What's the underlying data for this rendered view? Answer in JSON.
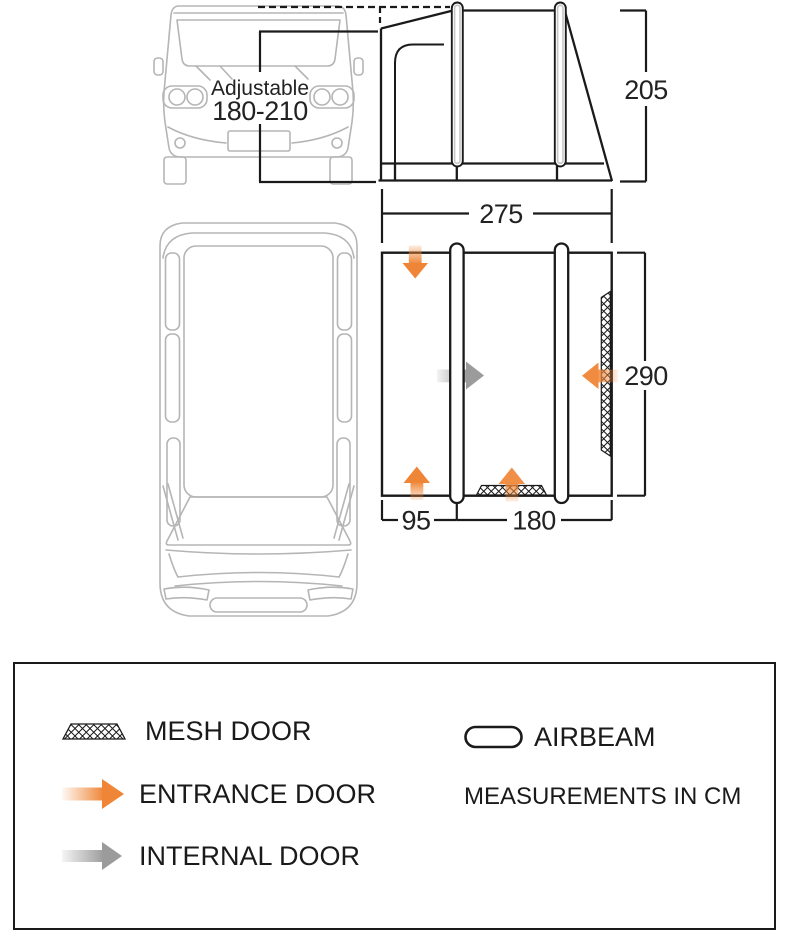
{
  "diagram": {
    "van_front": {
      "adjustable_label": "Adjustable",
      "adjustable_range": "180-210"
    },
    "awning": {
      "height_cm": "205",
      "width_cm": "275",
      "depth_cm": "290",
      "left_section_cm": "95",
      "main_section_cm": "180"
    }
  },
  "legend": {
    "mesh_door": "MESH DOOR",
    "entrance_door": "ENTRANCE DOOR",
    "internal_door": "INTERNAL DOOR",
    "airbeam": "AIRBEAM",
    "note": "MEASUREMENTS IN CM"
  },
  "colors": {
    "entrance_orange": "#EF8536",
    "internal_gray": "#9B9B9B",
    "outline_black": "#1A1A1A",
    "van_gray": "#B5B5B5"
  }
}
